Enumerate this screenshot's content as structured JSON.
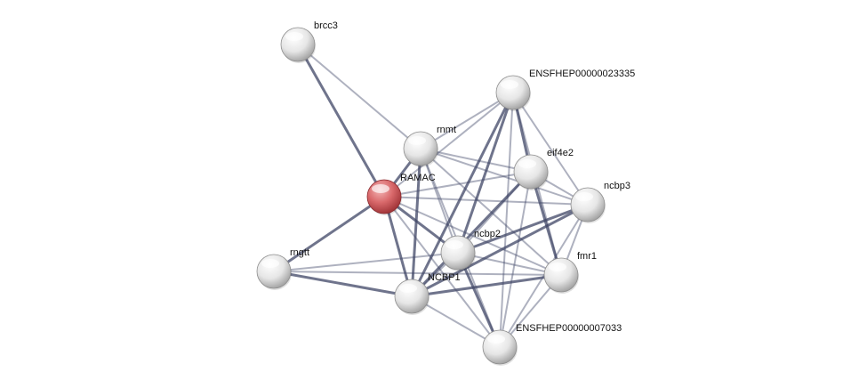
{
  "network": {
    "nodes": [
      {
        "id": "brcc3",
        "label": "brcc3",
        "highlighted": false
      },
      {
        "id": "ENSFHEP00000023335",
        "label": "ENSFHEP00000023335",
        "highlighted": false
      },
      {
        "id": "rnmt",
        "label": "rnmt",
        "highlighted": false
      },
      {
        "id": "eif4e2",
        "label": "eif4e2",
        "highlighted": false
      },
      {
        "id": "RAMAC",
        "label": "RAMAC",
        "highlighted": true
      },
      {
        "id": "ncbp3",
        "label": "ncbp3",
        "highlighted": false
      },
      {
        "id": "ncbp2",
        "label": "ncbp2",
        "highlighted": false
      },
      {
        "id": "rngtt",
        "label": "rngtt",
        "highlighted": false
      },
      {
        "id": "fmr1",
        "label": "fmr1",
        "highlighted": false
      },
      {
        "id": "NCBP1",
        "label": "NCBP1",
        "highlighted": false
      },
      {
        "id": "ENSFHEP00000007033",
        "label": "ENSFHEP00000007033",
        "highlighted": false
      }
    ],
    "edges": [
      {
        "source": "brcc3",
        "target": "RAMAC"
      },
      {
        "source": "brcc3",
        "target": "rnmt"
      },
      {
        "source": "RAMAC",
        "target": "rnmt"
      },
      {
        "source": "RAMAC",
        "target": "ENSFHEP00000023335"
      },
      {
        "source": "RAMAC",
        "target": "eif4e2"
      },
      {
        "source": "RAMAC",
        "target": "ncbp3"
      },
      {
        "source": "RAMAC",
        "target": "ncbp2"
      },
      {
        "source": "RAMAC",
        "target": "rngtt"
      },
      {
        "source": "RAMAC",
        "target": "fmr1"
      },
      {
        "source": "RAMAC",
        "target": "NCBP1"
      },
      {
        "source": "RAMAC",
        "target": "ENSFHEP00000007033"
      },
      {
        "source": "rnmt",
        "target": "ENSFHEP00000023335"
      },
      {
        "source": "rnmt",
        "target": "eif4e2"
      },
      {
        "source": "rnmt",
        "target": "ncbp3"
      },
      {
        "source": "rnmt",
        "target": "ncbp2"
      },
      {
        "source": "rnmt",
        "target": "NCBP1"
      },
      {
        "source": "rnmt",
        "target": "fmr1"
      },
      {
        "source": "rnmt",
        "target": "ENSFHEP00000007033"
      },
      {
        "source": "ENSFHEP00000023335",
        "target": "eif4e2"
      },
      {
        "source": "ENSFHEP00000023335",
        "target": "ncbp3"
      },
      {
        "source": "ENSFHEP00000023335",
        "target": "ncbp2"
      },
      {
        "source": "ENSFHEP00000023335",
        "target": "NCBP1"
      },
      {
        "source": "ENSFHEP00000023335",
        "target": "fmr1"
      },
      {
        "source": "ENSFHEP00000023335",
        "target": "ENSFHEP00000007033"
      },
      {
        "source": "eif4e2",
        "target": "ncbp3"
      },
      {
        "source": "eif4e2",
        "target": "ncbp2"
      },
      {
        "source": "eif4e2",
        "target": "NCBP1"
      },
      {
        "source": "eif4e2",
        "target": "fmr1"
      },
      {
        "source": "eif4e2",
        "target": "ENSFHEP00000007033"
      },
      {
        "source": "ncbp3",
        "target": "ncbp2"
      },
      {
        "source": "ncbp3",
        "target": "NCBP1"
      },
      {
        "source": "ncbp3",
        "target": "fmr1"
      },
      {
        "source": "ncbp3",
        "target": "ENSFHEP00000007033"
      },
      {
        "source": "ncbp2",
        "target": "rngtt"
      },
      {
        "source": "ncbp2",
        "target": "NCBP1"
      },
      {
        "source": "ncbp2",
        "target": "fmr1"
      },
      {
        "source": "ncbp2",
        "target": "ENSFHEP00000007033"
      },
      {
        "source": "rngtt",
        "target": "NCBP1"
      },
      {
        "source": "rngtt",
        "target": "fmr1"
      },
      {
        "source": "NCBP1",
        "target": "fmr1"
      },
      {
        "source": "NCBP1",
        "target": "ENSFHEP00000007033"
      },
      {
        "source": "fmr1",
        "target": "ENSFHEP00000007033"
      }
    ],
    "colors": {
      "edge": "#3f4566",
      "node_fill": "#dcdcdc",
      "highlight_fill": "#d96a6a"
    }
  }
}
